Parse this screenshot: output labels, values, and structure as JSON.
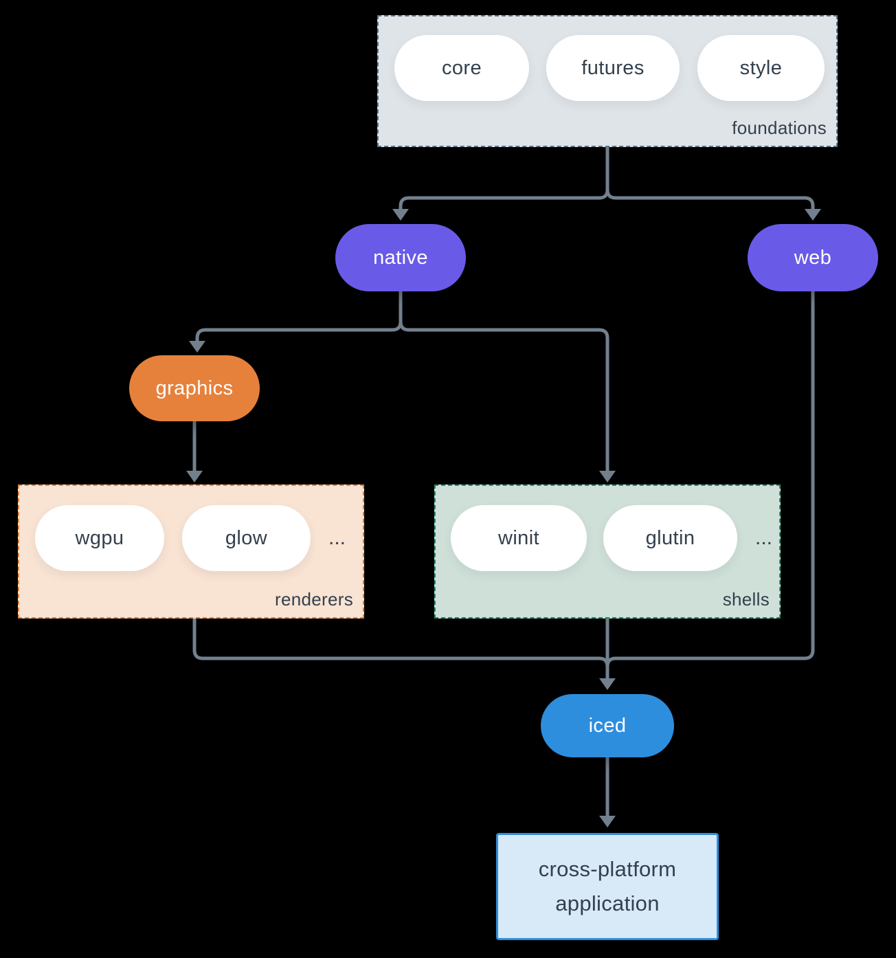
{
  "diagram": {
    "background_color": "#000000",
    "connector_color": "#72808e",
    "text_color": "#33404d",
    "groups": {
      "foundations": {
        "label": "foundations",
        "fill": "#dfe4e8",
        "border": "#617485",
        "items": [
          "core",
          "futures",
          "style"
        ]
      },
      "renderers": {
        "label": "renderers",
        "fill": "#f9e3d3",
        "border": "#e6813c",
        "items": [
          "wgpu",
          "glow"
        ],
        "more": "..."
      },
      "shells": {
        "label": "shells",
        "fill": "#cfe0d9",
        "border": "#1f8a70",
        "items": [
          "winit",
          "glutin"
        ],
        "more": "..."
      }
    },
    "nodes": {
      "native": {
        "label": "native",
        "fill": "#6a5ae8"
      },
      "web": {
        "label": "web",
        "fill": "#6a5ae8"
      },
      "graphics": {
        "label": "graphics",
        "fill": "#e6813c"
      },
      "iced": {
        "label": "iced",
        "fill": "#2e8ede"
      },
      "application": {
        "label": "cross-platform application",
        "fill": "#d8e9f8",
        "border": "#2e8ede"
      }
    },
    "edges": [
      "foundations -> native",
      "foundations -> web",
      "native -> graphics",
      "native -> shells",
      "graphics -> renderers",
      "renderers -> iced",
      "shells -> iced",
      "web -> iced",
      "iced -> application"
    ]
  }
}
